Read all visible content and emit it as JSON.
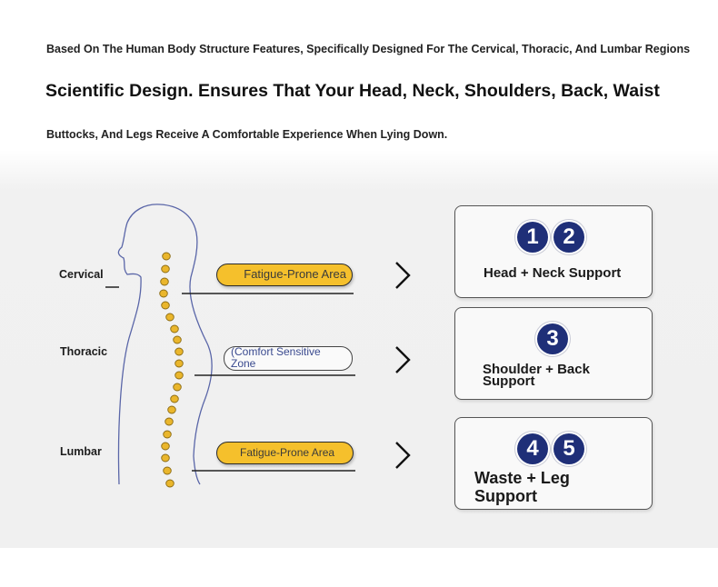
{
  "header": {
    "intro_line_1": "Based On The Human Body Structure Features, Specifically Designed For The Cervical, Thoracic, And Lumbar Regions",
    "headline": "Scientific Design. Ensures That Your Head, Neck, Shoulders, Back, Waist",
    "intro_line_2": "Buttocks, And Legs Receive A Comfortable Experience When Lying Down."
  },
  "regions": {
    "cervical": "Cervical",
    "thoracic": "Thoracic",
    "lumbar": "Lumbar"
  },
  "zones": {
    "upper": "Fatigue-Prone Area",
    "middle": "(Comfort Sensitive Zone",
    "lower": "Fatigue-Prone Area"
  },
  "supports": [
    {
      "numbers": [
        "1",
        "2"
      ],
      "label": "Head + Neck Support"
    },
    {
      "numbers": [
        "3"
      ],
      "label": "Shoulder + Back Support"
    },
    {
      "numbers": [
        "4",
        "5"
      ],
      "label": "Waste + Leg Support"
    }
  ],
  "colors": {
    "spine": "#eab62c",
    "highlight": "#f5c02c",
    "badge": "#1f2f78",
    "silhouette": "#5a66a8"
  }
}
